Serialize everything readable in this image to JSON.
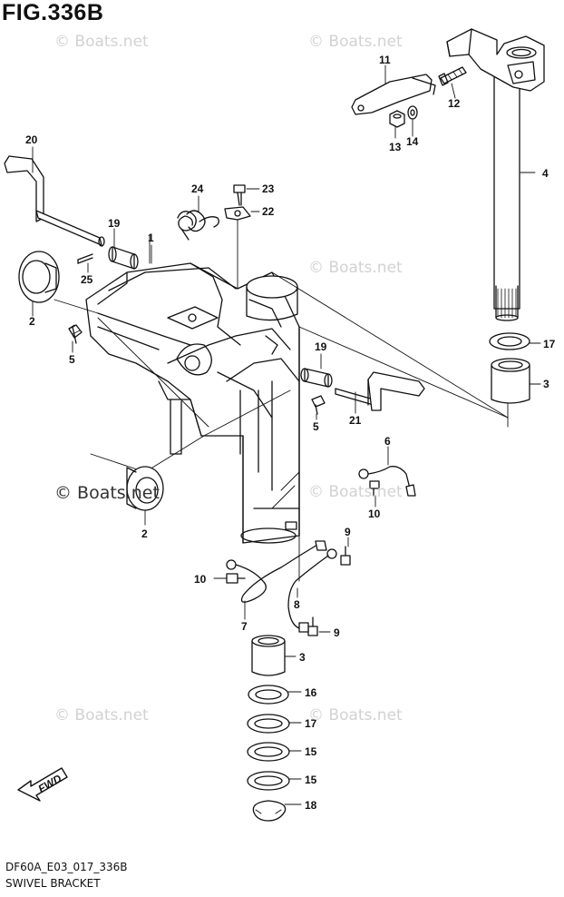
{
  "figure": {
    "title": "FIG.336B",
    "code": "DF60A_E03_017_336B",
    "name": "SWIVEL BRACKET"
  },
  "watermark": {
    "text": "© Boats.net",
    "color": "#d2d2d2",
    "prominent_color": "#333333"
  },
  "direction_arrow": {
    "label": "FWD",
    "icon": "fwd-arrow-icon"
  },
  "callouts": [
    "20",
    "19",
    "25",
    "1",
    "2",
    "5",
    "24",
    "23",
    "22",
    "11",
    "12",
    "13",
    "14",
    "4",
    "17",
    "3",
    "19",
    "5",
    "21",
    "6",
    "10",
    "2",
    "9",
    "10",
    "8",
    "7",
    "9",
    "3",
    "16",
    "17",
    "15",
    "15",
    "18"
  ]
}
